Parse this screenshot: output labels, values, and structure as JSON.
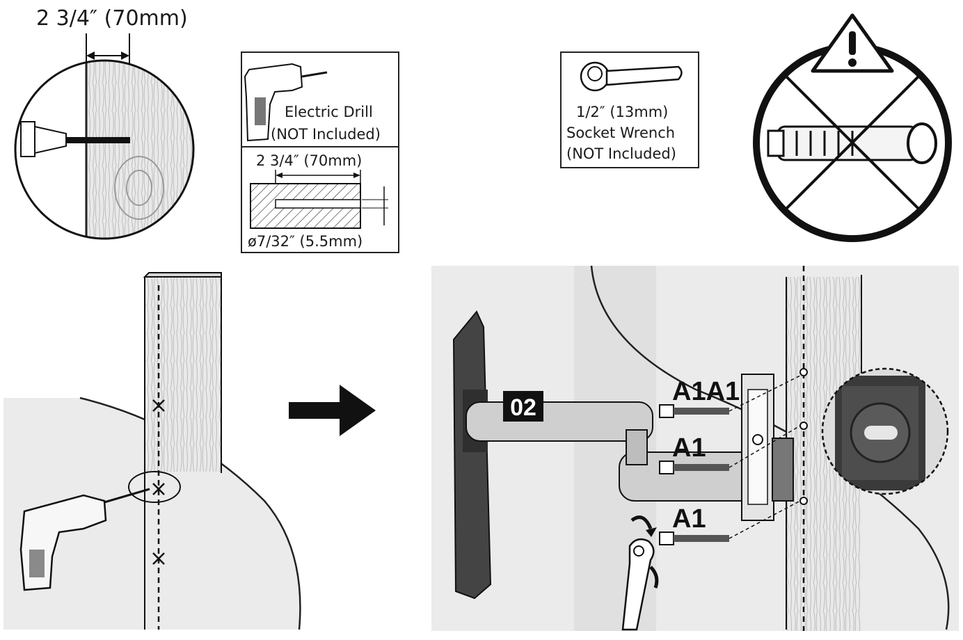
{
  "depth_label": "2 3/4″ (70mm)",
  "drill_box": {
    "name": "Electric Drill",
    "note": "(NOT Included)",
    "depth": "2 3/4″ (70mm)",
    "diameter": "ø7/32″ (5.5mm)"
  },
  "wrench_box": {
    "size": "1/2″ (13mm)",
    "name": "Socket Wrench",
    "note": "(NOT Included)"
  },
  "part_tag": "02",
  "screw_labels": [
    "A1A1",
    "A1",
    "A1"
  ],
  "icons": [
    "electric-drill-icon",
    "socket-wrench-icon",
    "warning-triangle-icon",
    "prohibited-anchor-icon",
    "arrow-right-icon"
  ]
}
